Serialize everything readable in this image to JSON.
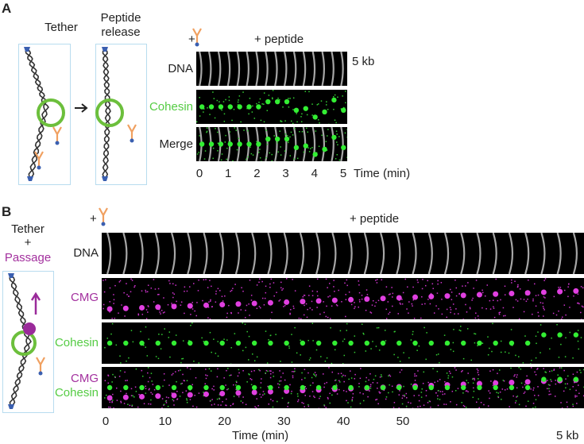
{
  "panel_a": {
    "label": "A",
    "tether_title": "Tether",
    "release_title_1": "Peptide",
    "release_title_2": "release",
    "plus_antibody": "+",
    "plus_peptide": "+ peptide",
    "rows": [
      "DNA",
      "Cohesin",
      "Merge"
    ],
    "scale_bar": "5 kb",
    "time_ticks": [
      "0",
      "1",
      "2",
      "3",
      "4",
      "5"
    ],
    "time_label": "Time (min)"
  },
  "panel_b": {
    "label": "B",
    "title_1": "Tether",
    "title_2": "+",
    "title_3": "Passage",
    "plus_antibody": "+",
    "plus_peptide": "+ peptide",
    "rows": [
      "DNA",
      "CMG",
      "Cohesin"
    ],
    "merge_label_1": "CMG",
    "merge_label_2": "Cohesin",
    "time_ticks": [
      "0",
      "10",
      "20",
      "30",
      "40",
      "50"
    ],
    "time_label": "Time (min)",
    "scale_bar": "5 kb"
  },
  "colors": {
    "dna": "#e8e8e8",
    "cohesin": "#33dd33",
    "cmg": "#cc33cc",
    "ring": "#6cbf3c",
    "antibody": "#f0a060",
    "anchor": "#3a5fb0",
    "purple_text": "#a3309e",
    "green_text": "#55cc44"
  }
}
